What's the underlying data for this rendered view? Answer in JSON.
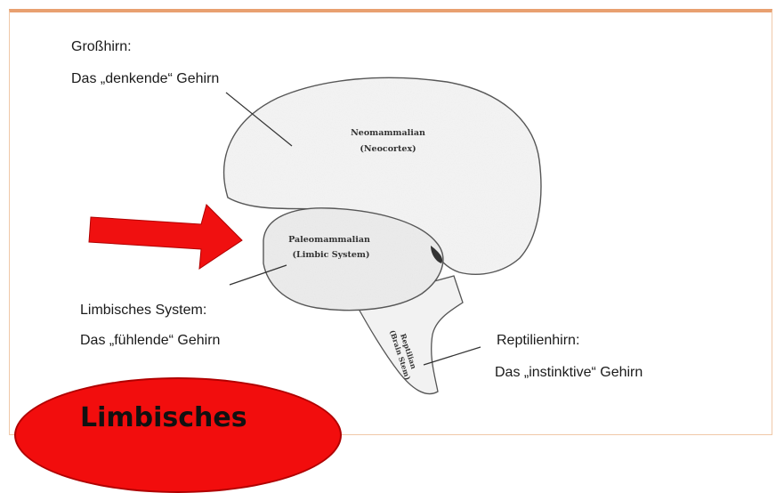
{
  "labels": {
    "cerebrum_title": "Großhirn:",
    "cerebrum_desc": "Das „denkende“ Gehirn",
    "limbic_title": "Limbisches System:",
    "limbic_desc": "Das „fühlende“ Gehirn",
    "reptile_title": "Reptilienhirn:",
    "reptile_desc": "Das „instinktive“ Gehirn"
  },
  "brain": {
    "neo_line1": "Neomammalian",
    "neo_line2": "(Neocortex)",
    "paleo_line1": "Paleomammalian",
    "paleo_line2": "(Limbic System)",
    "reptilian_line1": "Reptilian",
    "reptilian_line2": "(Brain Stem)"
  },
  "badge": {
    "text": "Limbisches"
  },
  "colors": {
    "arrow": "#f01010",
    "badge": "#f20d0d",
    "frame_top": "#e8a070"
  }
}
